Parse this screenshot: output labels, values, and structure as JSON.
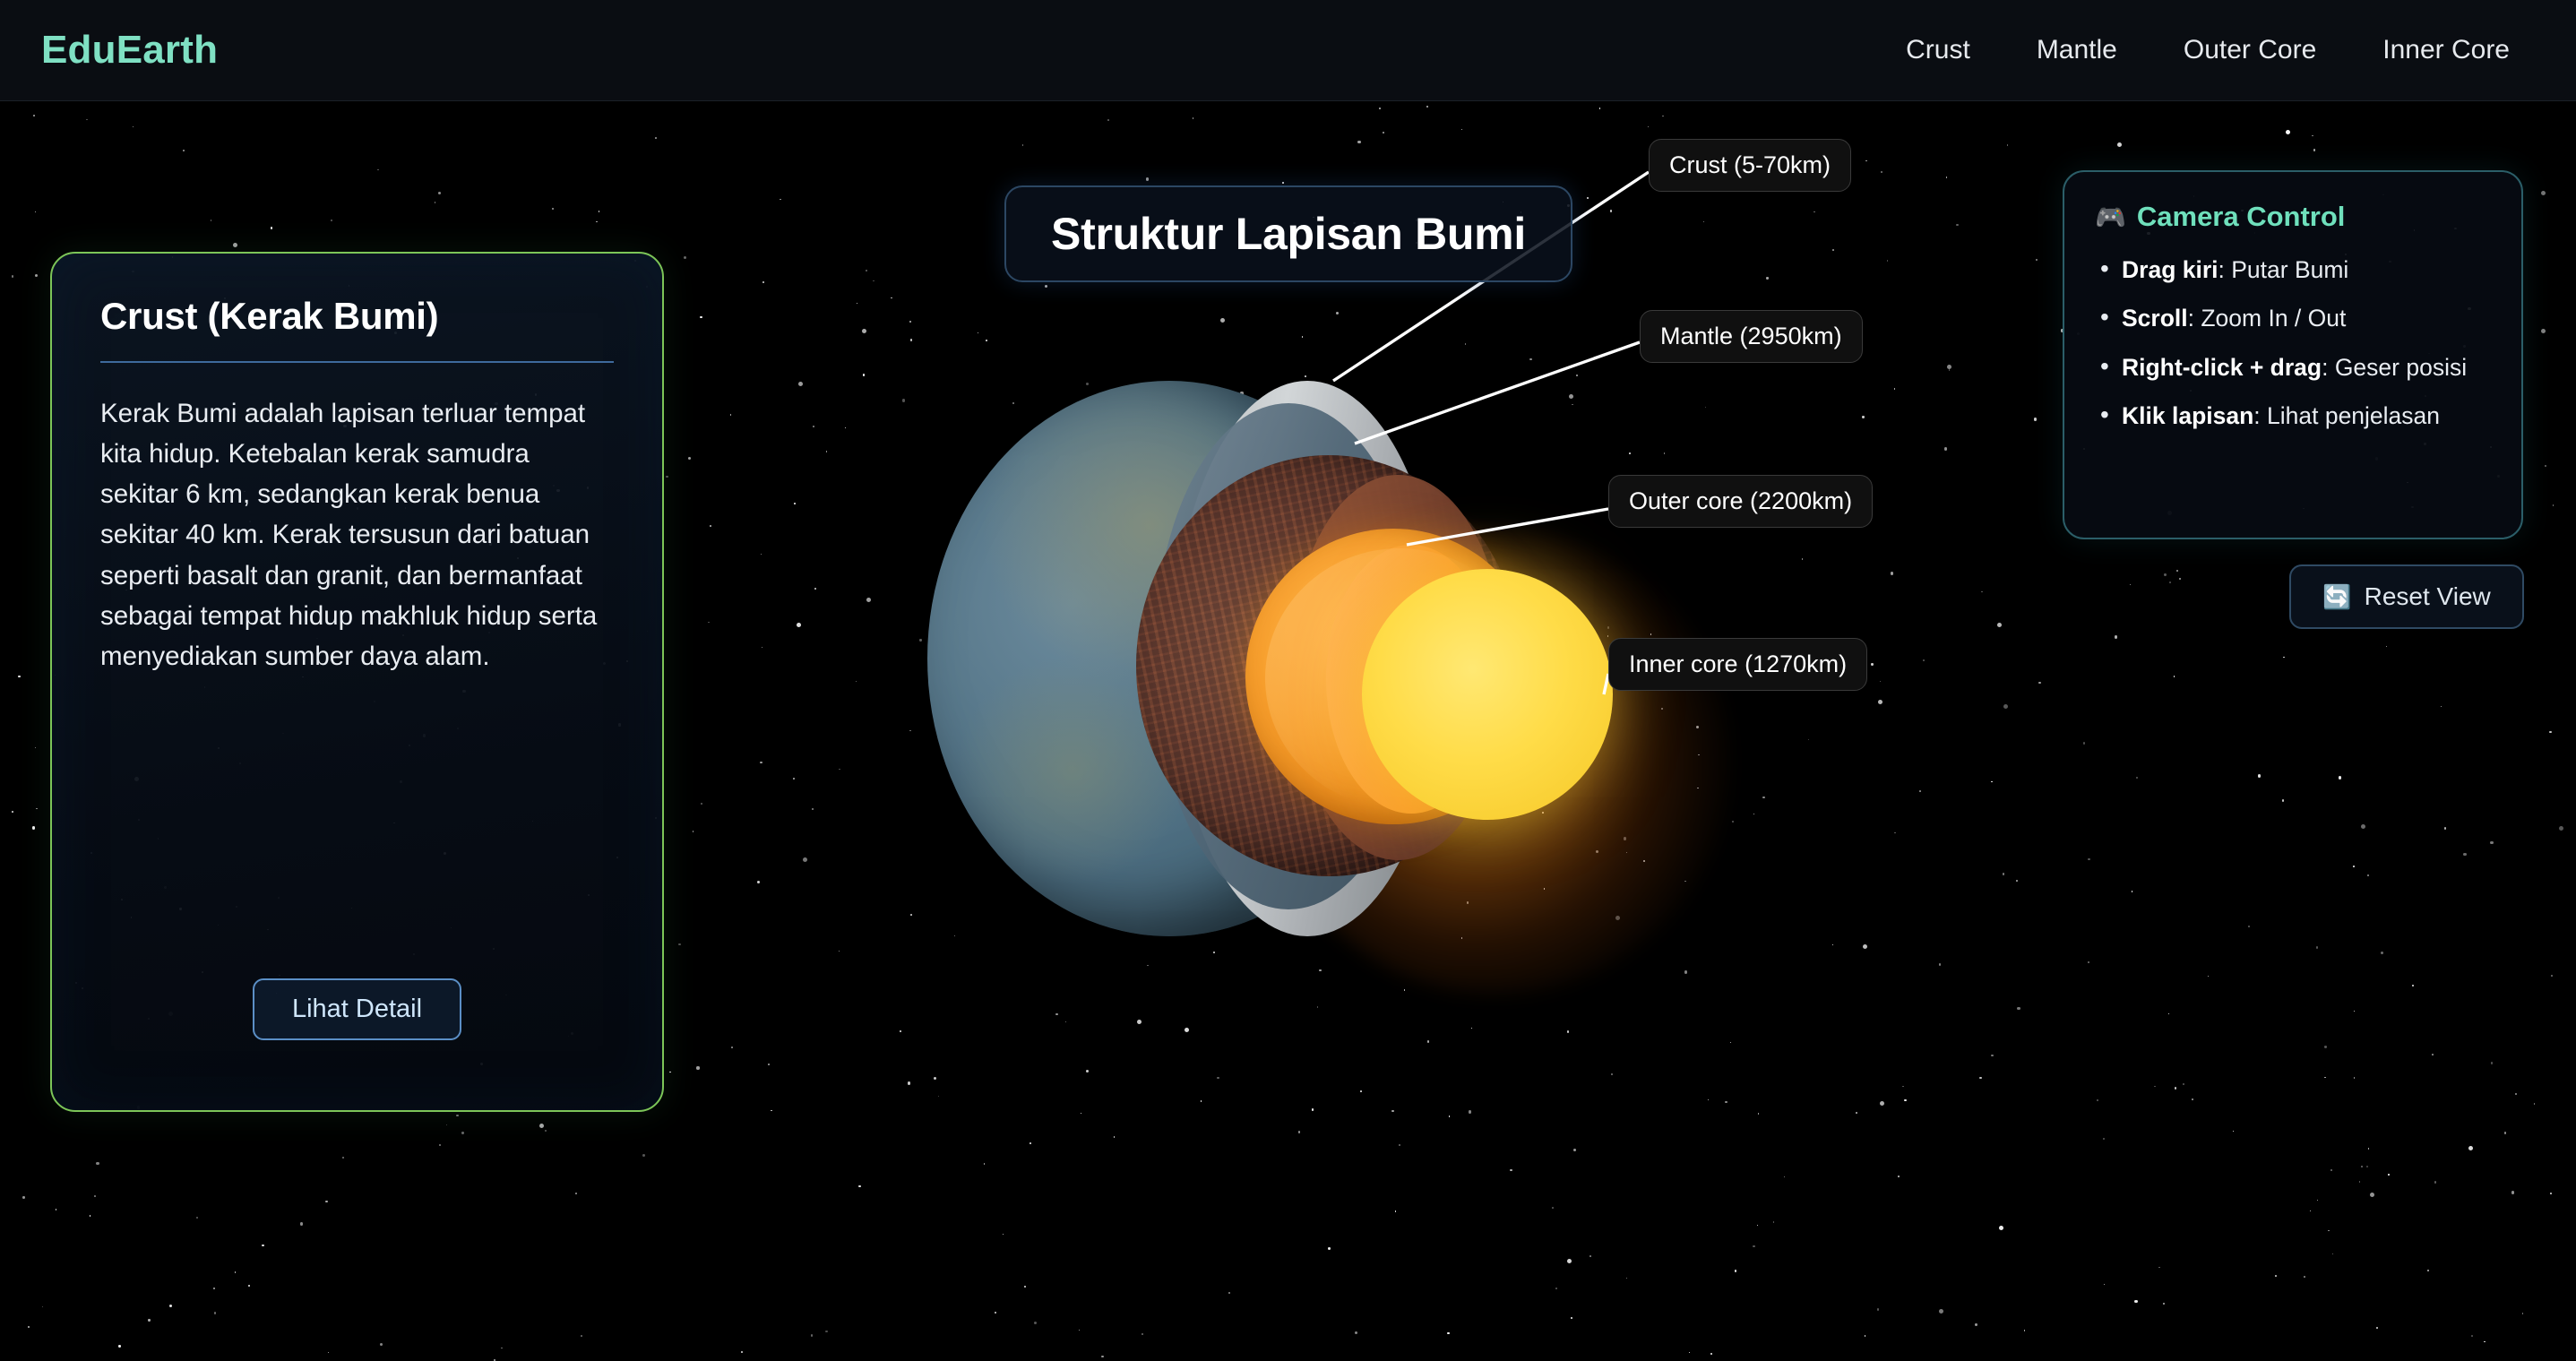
{
  "header": {
    "logo": "EduEarth",
    "nav": [
      {
        "label": "Crust"
      },
      {
        "label": "Mantle"
      },
      {
        "label": "Outer Core"
      },
      {
        "label": "Inner Core"
      }
    ]
  },
  "title_box": {
    "text": "Struktur Lapisan Bumi"
  },
  "info_panel": {
    "title": "Crust (Kerak Bumi)",
    "body": "Kerak Bumi adalah lapisan terluar tempat kita hidup. Ketebalan kerak samudra sekitar 6 km, sedangkan kerak benua sekitar 40 km. Kerak tersusun dari batuan seperti basalt dan granit, dan bermanfaat sebagai tempat hidup makhluk hidup serta menyediakan sumber daya alam.",
    "button_label": "Lihat Detail",
    "border_color": "#7cc558",
    "divider_color": "#3e6a9c"
  },
  "camera_panel": {
    "icon": "🎮",
    "icon_name": "gamepad-icon",
    "title": "Camera Control",
    "title_color": "#6fe0bc",
    "items": [
      {
        "key": "Drag kiri",
        "value": ": Putar Bumi"
      },
      {
        "key": "Scroll",
        "value": ": Zoom In / Out"
      },
      {
        "key": "Right-click + drag",
        "value": ": Geser posisi"
      },
      {
        "key": "Klik lapisan",
        "value": ": Lihat penjelasan"
      }
    ]
  },
  "reset_button": {
    "icon": "🔄",
    "icon_name": "refresh-icon",
    "label": "Reset View"
  },
  "earth_labels": [
    {
      "id": "crust",
      "text": "Crust (5-70km)"
    },
    {
      "id": "mantle",
      "text": "Mantle (2950km)"
    },
    {
      "id": "outer",
      "text": "Outer core (2200km)"
    },
    {
      "id": "inner",
      "text": "Inner core (1270km)"
    }
  ],
  "colors": {
    "background": "#000000",
    "header_bg": "#0a0d12",
    "logo": "#7fe0c3",
    "accent_green": "#7cc558",
    "accent_teal": "#2b5e68",
    "crust": "#4e6f82",
    "mantle": "#6e4236",
    "outer_core": "#f79f2d",
    "inner_core": "#ffdc48"
  }
}
